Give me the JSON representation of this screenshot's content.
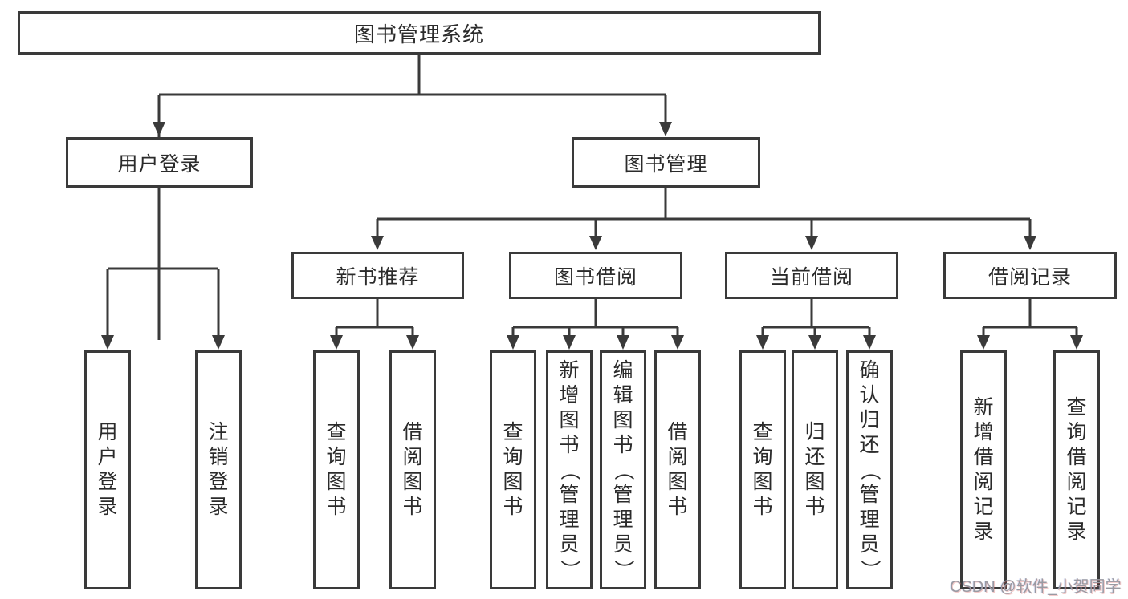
{
  "page": {
    "watermark": "CSDN @软件_小贺同学"
  },
  "diagram": {
    "type": "function-structure-tree",
    "root": {
      "label": "图书管理系统"
    },
    "level2": [
      {
        "label": "用户登录",
        "parent": "图书管理系统"
      },
      {
        "label": "图书管理",
        "parent": "图书管理系统"
      }
    ],
    "level3": [
      {
        "label": "新书推荐",
        "parent": "图书管理"
      },
      {
        "label": "图书借阅",
        "parent": "图书管理"
      },
      {
        "label": "当前借阅",
        "parent": "图书管理"
      },
      {
        "label": "借阅记录",
        "parent": "图书管理"
      }
    ],
    "leaves": [
      {
        "label": "用户登录",
        "parent": "用户登录"
      },
      {
        "label": "注销登录",
        "parent": "用户登录"
      },
      {
        "label": "查询图书",
        "parent": "新书推荐"
      },
      {
        "label": "借阅图书",
        "parent": "新书推荐"
      },
      {
        "label": "查询图书",
        "parent": "图书借阅"
      },
      {
        "label": "新增图书（管理员）",
        "parent": "图书借阅"
      },
      {
        "label": "编辑图书（管理员）",
        "parent": "图书借阅"
      },
      {
        "label": "借阅图书",
        "parent": "图书借阅"
      },
      {
        "label": "查询图书",
        "parent": "当前借阅"
      },
      {
        "label": "归还图书",
        "parent": "当前借阅"
      },
      {
        "label": "确认归还（管理员）",
        "parent": "当前借阅"
      },
      {
        "label": "新增借阅记录",
        "parent": "借阅记录"
      },
      {
        "label": "查询借阅记录",
        "parent": "借阅记录"
      }
    ],
    "colors": {
      "line": "#3a3a3a",
      "box_border": "#3a3a3a",
      "text": "#2b2b2b",
      "background": "#ffffff",
      "watermark": "#9a9aa2"
    }
  }
}
